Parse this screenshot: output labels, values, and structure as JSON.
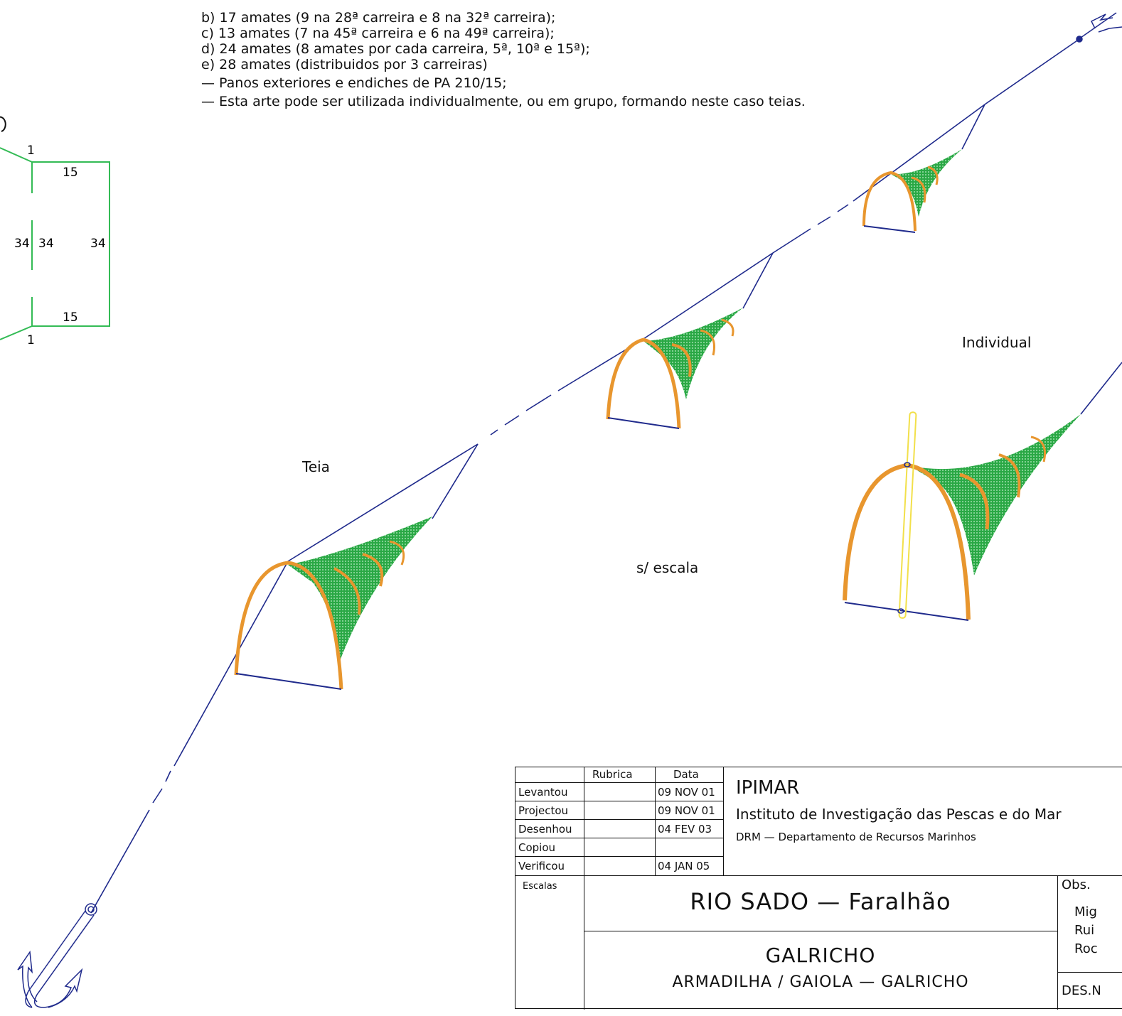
{
  "notes": {
    "lines": [
      "b) 17 amates (9 na 28ª carreira e 8 na 32ª carreira);",
      "c) 13 amates (7 na 45ª carreira e 6 na 49ª carreira);",
      "d) 24 amates (8 amates por cada carreira, 5ª, 10ª e 15ª);",
      "e) 28 amates (distribuidos por 3 carreiras)",
      "— Panos exteriores e endiches de PA 210/15;",
      "— Esta arte pode ser utilizada individualmente, ou em grupo, formando neste caso teias."
    ]
  },
  "net_plan": {
    "top_mesh": "1",
    "bottom_mesh": "1",
    "top_width": "15",
    "bottom_width": "15",
    "left_outer": "34",
    "left_inner": "34",
    "right": "34"
  },
  "labels": {
    "teia": "Teia",
    "individual": "Individual",
    "scale": "s/ escala"
  },
  "title_block": {
    "header_rubrica": "Rubrica",
    "header_data": "Data",
    "rows": [
      {
        "role": "Levantou",
        "date": "09 NOV 01"
      },
      {
        "role": "Projectou",
        "date": "09 NOV 01"
      },
      {
        "role": "Desenhou",
        "date": "04 FEV 03"
      },
      {
        "role": "Copiou",
        "date": ""
      },
      {
        "role": "Verificou",
        "date": "04 JAN 05"
      }
    ],
    "org_short": "IPIMAR",
    "org_full": "Instituto de Investigação das Pescas e do Mar",
    "department": "DRM — Departamento de Recursos Marinhos",
    "scales_label": "Escalas",
    "location": "RIO SADO — Faralhão",
    "gear_name": "GALRICHO",
    "gear_type": "ARMADILHA / GAIOLA — GALRICHO",
    "obs_label": "Obs.",
    "obs_lines": [
      "Mig",
      "Rui",
      "Roc"
    ],
    "des_no": "DES.N"
  },
  "colors": {
    "line": "#1f2a8c",
    "hoop": "#e8962e",
    "netting": "#2aa845",
    "plan": "#33bb55",
    "pole": "#f2e04a"
  }
}
